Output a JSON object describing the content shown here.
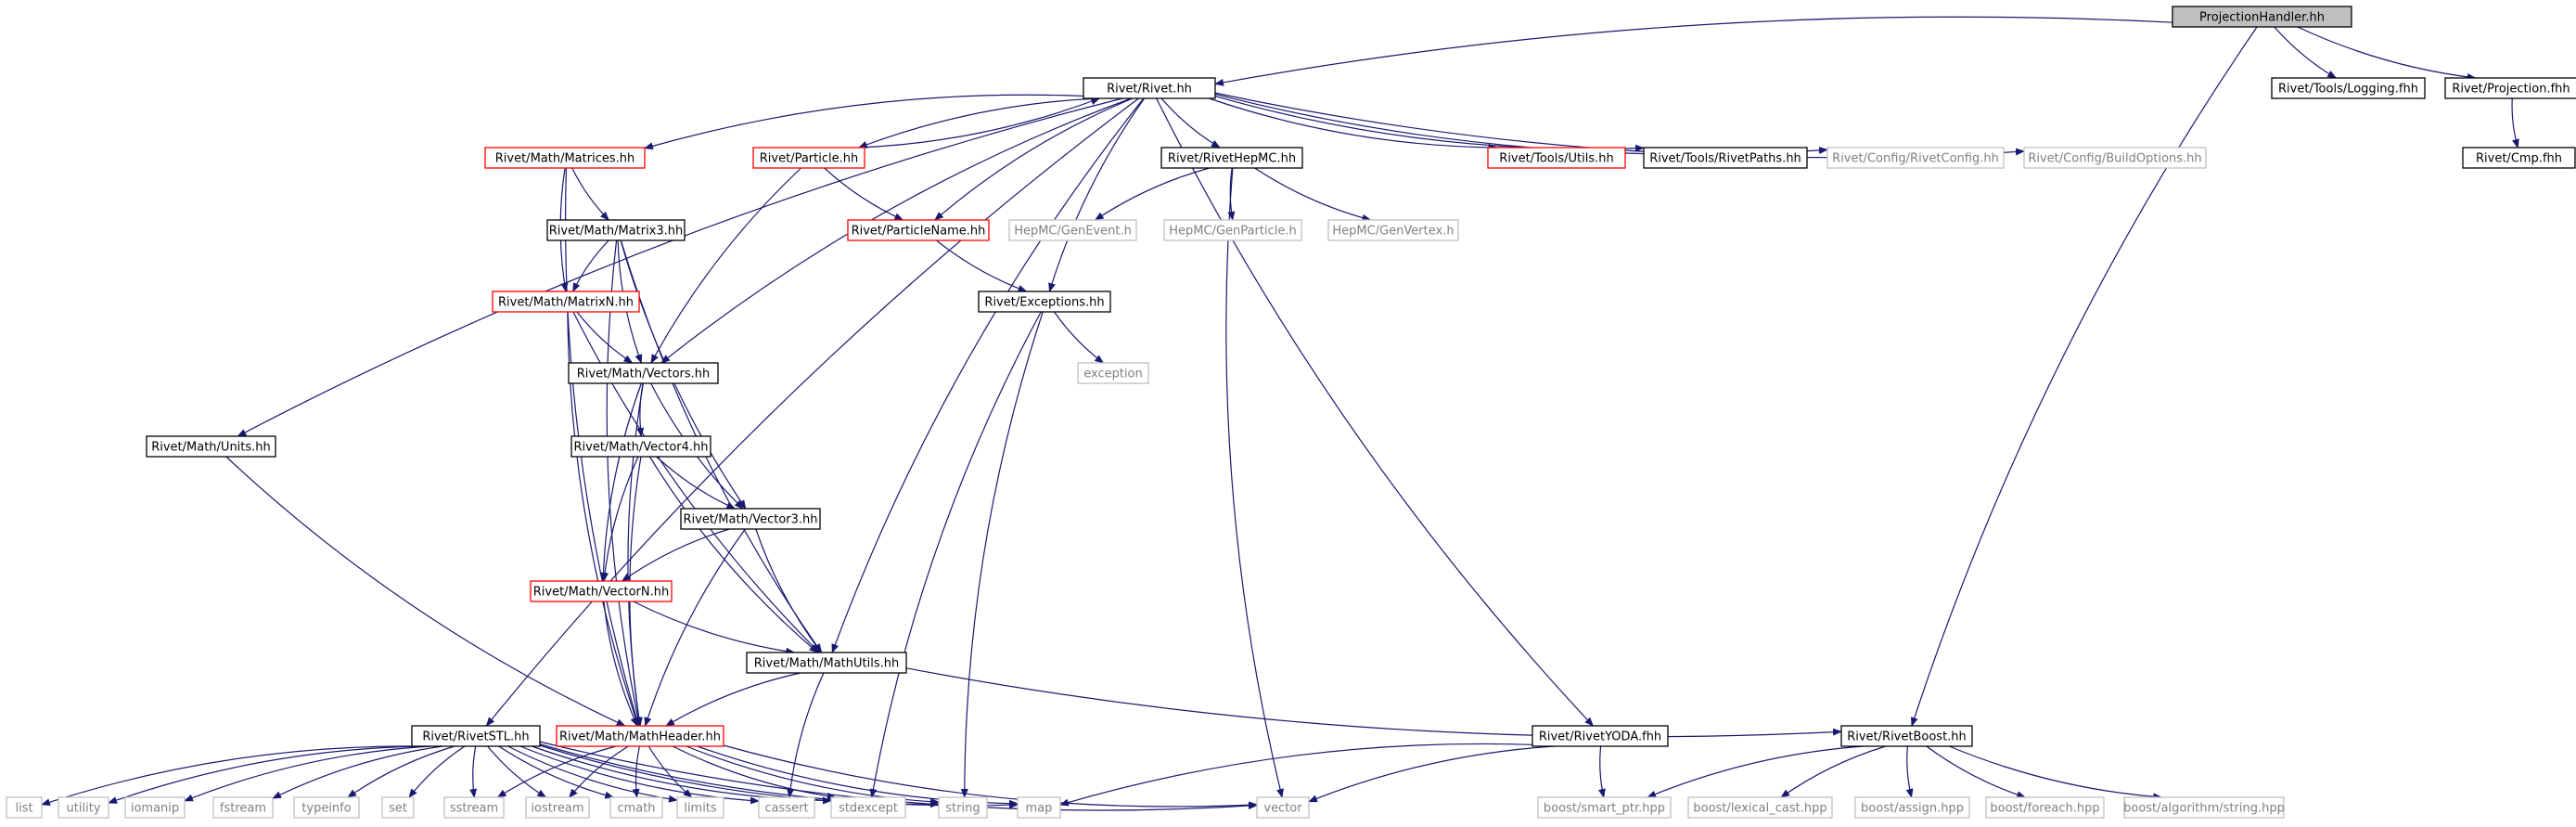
{
  "diagram": {
    "colors": {
      "edge": "#191970",
      "node_border_black": "#000000",
      "node_border_red": "#ff0000",
      "node_border_gray": "#bfbfbf",
      "root_fill": "#bfbfbf",
      "text_black": "#000000",
      "text_gray": "#808080"
    },
    "nodes": [
      {
        "id": "projh",
        "label": "ProjectionHandler.hh",
        "style": "root"
      },
      {
        "id": "rivet",
        "label": "Rivet/Rivet.hh",
        "style": "normal"
      },
      {
        "id": "logging",
        "label": "Rivet/Tools/Logging.fhh",
        "style": "normal"
      },
      {
        "id": "projf",
        "label": "Rivet/Projection.fhh",
        "style": "normal"
      },
      {
        "id": "cmp",
        "label": "Rivet/Cmp.fhh",
        "style": "normal"
      },
      {
        "id": "matrices",
        "label": "Rivet/Math/Matrices.hh",
        "style": "red"
      },
      {
        "id": "particle",
        "label": "Rivet/Particle.hh",
        "style": "red"
      },
      {
        "id": "rhepmc",
        "label": "Rivet/RivetHepMC.hh",
        "style": "normal"
      },
      {
        "id": "toolsutils",
        "label": "Rivet/Tools/Utils.hh",
        "style": "red"
      },
      {
        "id": "rivetpaths",
        "label": "Rivet/Tools/RivetPaths.hh",
        "style": "normal"
      },
      {
        "id": "rivetconfig",
        "label": "Rivet/Config/RivetConfig.hh",
        "style": "gray"
      },
      {
        "id": "buildopts",
        "label": "Rivet/Config/BuildOptions.hh",
        "style": "gray"
      },
      {
        "id": "matrix3",
        "label": "Rivet/Math/Matrix3.hh",
        "style": "normal"
      },
      {
        "id": "pname",
        "label": "Rivet/ParticleName.hh",
        "style": "red"
      },
      {
        "id": "genevent",
        "label": "HepMC/GenEvent.h",
        "style": "gray"
      },
      {
        "id": "genparticle",
        "label": "HepMC/GenParticle.h",
        "style": "gray"
      },
      {
        "id": "genvertex",
        "label": "HepMC/GenVertex.h",
        "style": "gray"
      },
      {
        "id": "matrixn",
        "label": "Rivet/Math/MatrixN.hh",
        "style": "red"
      },
      {
        "id": "exceptions",
        "label": "Rivet/Exceptions.hh",
        "style": "normal"
      },
      {
        "id": "vectors",
        "label": "Rivet/Math/Vectors.hh",
        "style": "normal"
      },
      {
        "id": "exception",
        "label": "exception",
        "style": "gray"
      },
      {
        "id": "units",
        "label": "Rivet/Math/Units.hh",
        "style": "normal"
      },
      {
        "id": "vector4",
        "label": "Rivet/Math/Vector4.hh",
        "style": "normal"
      },
      {
        "id": "vector3",
        "label": "Rivet/Math/Vector3.hh",
        "style": "normal"
      },
      {
        "id": "vectorn",
        "label": "Rivet/Math/VectorN.hh",
        "style": "red"
      },
      {
        "id": "mathutils",
        "label": "Rivet/Math/MathUtils.hh",
        "style": "normal"
      },
      {
        "id": "rivetstl",
        "label": "Rivet/RivetSTL.hh",
        "style": "normal"
      },
      {
        "id": "mathheader",
        "label": "Rivet/Math/MathHeader.hh",
        "style": "red"
      },
      {
        "id": "rivetyoda",
        "label": "Rivet/RivetYODA.fhh",
        "style": "normal"
      },
      {
        "id": "rivetboost",
        "label": "Rivet/RivetBoost.hh",
        "style": "normal"
      },
      {
        "id": "list",
        "label": "list",
        "style": "gray"
      },
      {
        "id": "utility",
        "label": "utility",
        "style": "gray"
      },
      {
        "id": "iomanip",
        "label": "iomanip",
        "style": "gray"
      },
      {
        "id": "fstream",
        "label": "fstream",
        "style": "gray"
      },
      {
        "id": "typeinfo",
        "label": "typeinfo",
        "style": "gray"
      },
      {
        "id": "set",
        "label": "set",
        "style": "gray"
      },
      {
        "id": "sstream",
        "label": "sstream",
        "style": "gray"
      },
      {
        "id": "iostream",
        "label": "iostream",
        "style": "gray"
      },
      {
        "id": "cmath",
        "label": "cmath",
        "style": "gray"
      },
      {
        "id": "limits",
        "label": "limits",
        "style": "gray"
      },
      {
        "id": "cassert",
        "label": "cassert",
        "style": "gray"
      },
      {
        "id": "stdexcept",
        "label": "stdexcept",
        "style": "gray"
      },
      {
        "id": "string",
        "label": "string",
        "style": "gray"
      },
      {
        "id": "map",
        "label": "map",
        "style": "gray"
      },
      {
        "id": "vector",
        "label": "vector",
        "style": "gray"
      },
      {
        "id": "smartptr",
        "label": "boost/smart_ptr.hpp",
        "style": "gray"
      },
      {
        "id": "lexcast",
        "label": "boost/lexical_cast.hpp",
        "style": "gray"
      },
      {
        "id": "assign",
        "label": "boost/assign.hpp",
        "style": "gray"
      },
      {
        "id": "foreach",
        "label": "boost/foreach.hpp",
        "style": "gray"
      },
      {
        "id": "algostring",
        "label": "boost/algorithm/string.hpp",
        "style": "gray"
      }
    ],
    "edges": [
      [
        "projh",
        "rivet"
      ],
      [
        "projh",
        "logging"
      ],
      [
        "projh",
        "projf"
      ],
      [
        "projh",
        "rivetboost"
      ],
      [
        "projf",
        "cmp"
      ],
      [
        "rivet",
        "matrices"
      ],
      [
        "rivet",
        "particle"
      ],
      [
        "rivet",
        "rhepmc"
      ],
      [
        "rivet",
        "toolsutils"
      ],
      [
        "rivet",
        "rivetpaths"
      ],
      [
        "rivet",
        "rivetconfig"
      ],
      [
        "rivet",
        "buildopts"
      ],
      [
        "rivet",
        "pname"
      ],
      [
        "rivet",
        "exceptions"
      ],
      [
        "rivet",
        "vectors"
      ],
      [
        "rivet",
        "units"
      ],
      [
        "rivet",
        "mathutils"
      ],
      [
        "rivet",
        "rivetstl"
      ],
      [
        "rivet",
        "rivetyoda"
      ],
      [
        "particle",
        "rivet"
      ],
      [
        "particle",
        "pname"
      ],
      [
        "particle",
        "vectors"
      ],
      [
        "matrices",
        "matrix3"
      ],
      [
        "matrices",
        "matrixn"
      ],
      [
        "matrices",
        "mathheader"
      ],
      [
        "rhepmc",
        "genevent"
      ],
      [
        "rhepmc",
        "genparticle"
      ],
      [
        "rhepmc",
        "genvertex"
      ],
      [
        "rhepmc",
        "vector"
      ],
      [
        "pname",
        "exceptions"
      ],
      [
        "exceptions",
        "exception"
      ],
      [
        "exceptions",
        "stdexcept"
      ],
      [
        "exceptions",
        "string"
      ],
      [
        "matrix3",
        "matrixn"
      ],
      [
        "matrix3",
        "vectors"
      ],
      [
        "matrix3",
        "vector3"
      ],
      [
        "matrix3",
        "mathutils"
      ],
      [
        "matrix3",
        "mathheader"
      ],
      [
        "matrixn",
        "vectors"
      ],
      [
        "matrixn",
        "mathutils"
      ],
      [
        "matrixn",
        "mathheader"
      ],
      [
        "vectors",
        "vector4"
      ],
      [
        "vectors",
        "vector3"
      ],
      [
        "vectors",
        "vectorn"
      ],
      [
        "vectors",
        "mathheader"
      ],
      [
        "vector4",
        "vector3"
      ],
      [
        "vector4",
        "vectorn"
      ],
      [
        "vector4",
        "mathutils"
      ],
      [
        "vector4",
        "mathheader"
      ],
      [
        "vector3",
        "vectorn"
      ],
      [
        "vector3",
        "mathutils"
      ],
      [
        "vector3",
        "mathheader"
      ],
      [
        "vectorn",
        "mathutils"
      ],
      [
        "vectorn",
        "mathheader"
      ],
      [
        "units",
        "mathheader"
      ],
      [
        "mathutils",
        "mathheader"
      ],
      [
        "mathutils",
        "rivetboost"
      ],
      [
        "mathutils",
        "cassert"
      ],
      [
        "mathheader",
        "sstream"
      ],
      [
        "mathheader",
        "iostream"
      ],
      [
        "mathheader",
        "cmath"
      ],
      [
        "mathheader",
        "limits"
      ],
      [
        "mathheader",
        "stdexcept"
      ],
      [
        "mathheader",
        "string"
      ],
      [
        "mathheader",
        "map"
      ],
      [
        "mathheader",
        "vector"
      ],
      [
        "rivetstl",
        "list"
      ],
      [
        "rivetstl",
        "utility"
      ],
      [
        "rivetstl",
        "iomanip"
      ],
      [
        "rivetstl",
        "fstream"
      ],
      [
        "rivetstl",
        "typeinfo"
      ],
      [
        "rivetstl",
        "set"
      ],
      [
        "rivetstl",
        "sstream"
      ],
      [
        "rivetstl",
        "iostream"
      ],
      [
        "rivetstl",
        "cmath"
      ],
      [
        "rivetstl",
        "limits"
      ],
      [
        "rivetstl",
        "cassert"
      ],
      [
        "rivetstl",
        "stdexcept"
      ],
      [
        "rivetstl",
        "string"
      ],
      [
        "rivetstl",
        "map"
      ],
      [
        "rivetstl",
        "vector"
      ],
      [
        "rivetyoda",
        "smartptr"
      ],
      [
        "rivetyoda",
        "map"
      ],
      [
        "rivetyoda",
        "vector"
      ],
      [
        "rivetboost",
        "smartptr"
      ],
      [
        "rivetboost",
        "lexcast"
      ],
      [
        "rivetboost",
        "assign"
      ],
      [
        "rivetboost",
        "foreach"
      ],
      [
        "rivetboost",
        "algostring"
      ]
    ]
  }
}
